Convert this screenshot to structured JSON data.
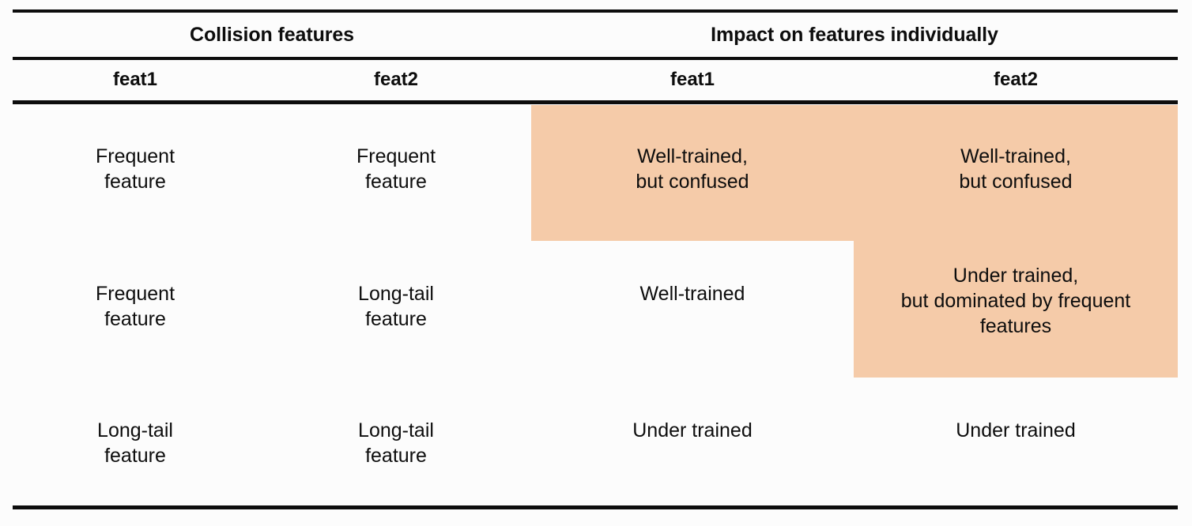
{
  "table": {
    "group_headers": [
      {
        "label": "Collision features",
        "span": 2
      },
      {
        "label": "Impact on features individually",
        "span": 2
      }
    ],
    "column_headers": [
      "feat1",
      "feat2",
      "feat1",
      "feat2"
    ],
    "rows": [
      {
        "collision_feat1": "Frequent\nfeature",
        "collision_feat2": "Frequent\nfeature",
        "impact_feat1": "Well-trained,\nbut confused",
        "impact_feat2": "Well-trained,\nbut confused",
        "highlight_feat1": true,
        "highlight_feat2": true
      },
      {
        "collision_feat1": "Frequent\nfeature",
        "collision_feat2": "Long-tail\nfeature",
        "impact_feat1": "Well-trained",
        "impact_feat2": "Under trained,\nbut dominated by frequent\nfeatures",
        "highlight_feat1": false,
        "highlight_feat2": true
      },
      {
        "collision_feat1": "Long-tail\nfeature",
        "collision_feat2": "Long-tail\nfeature",
        "impact_feat1": "Under trained",
        "impact_feat2": "Under trained",
        "highlight_feat1": false,
        "highlight_feat2": false
      }
    ]
  },
  "colors": {
    "highlight": "#F5CBA9",
    "text": "#0d0d0d",
    "rule": "#0d0d0d",
    "background": "#fcfcfc"
  }
}
